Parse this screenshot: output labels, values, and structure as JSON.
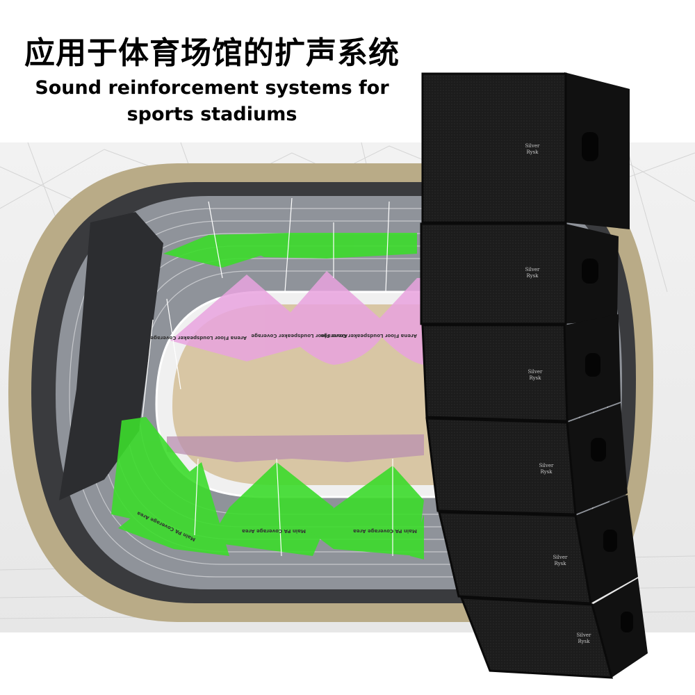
{
  "title_cn": "应用于体育场馆的扩声系统",
  "title_en_line1": "Sound reinforcement systems for",
  "title_en_line2": "sports stadiums",
  "stadium_labels": {
    "arena_floor_1": "Arena Floor Loudspeaker Coverage",
    "arena_floor_2": "Arena Floor Loudspeaker Coverage",
    "arena_floor_3": "Arena Floor Loudspeaker Coverage",
    "main_pa_1": "Main PA Coverage Area",
    "main_pa_2": "Main PA Coverage Area",
    "main_pa_3": "Main PA Coverage Area"
  },
  "speaker_brand": {
    "line1": "Silver",
    "line2": "Rysk"
  },
  "colors": {
    "outer_ring": "#b9ab87",
    "inner_field": "#d8c6a4",
    "stands": "#8f939a",
    "dark_ring": "#2f3033",
    "green_coverage": "#3cdc2c",
    "pink_coverage": "#e9a3df",
    "speaker": "#1d1d1d"
  }
}
